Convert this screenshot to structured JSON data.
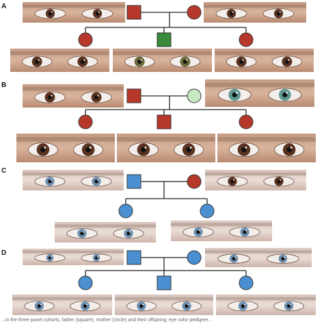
{
  "colors": {
    "brown_trait": "#b5382b",
    "green_trait": "#3a8a3a",
    "light_green_trait": "#c8e6c4",
    "blue_trait": "#4a8fd0",
    "line": "#222222"
  },
  "panels": [
    {
      "label": "A",
      "father_color": "brown_trait",
      "mother_color": "brown_trait",
      "father_eyes": "brown-eyes-photo",
      "mother_eyes": "brown-eyes-photo",
      "children": [
        {
          "shape": "circle",
          "color": "brown_trait",
          "eyes": "brown-eyes-photo"
        },
        {
          "shape": "square",
          "color": "green_trait",
          "eyes": "hazel-green-eyes-photo"
        },
        {
          "shape": "circle",
          "color": "brown_trait",
          "eyes": "brown-eyes-photo"
        }
      ]
    },
    {
      "label": "B",
      "father_color": "brown_trait",
      "mother_color": "light_green_trait",
      "father_eyes": "brown-eyes-photo",
      "mother_eyes": "green-eyes-photo",
      "children": [
        {
          "shape": "circle",
          "color": "brown_trait",
          "eyes": "brown-eyes-photo"
        },
        {
          "shape": "square",
          "color": "brown_trait",
          "eyes": "brown-eyes-photo"
        },
        {
          "shape": "circle",
          "color": "brown_trait",
          "eyes": "brown-eyes-photo"
        }
      ]
    },
    {
      "label": "C",
      "father_color": "blue_trait",
      "mother_color": "brown_trait",
      "father_eyes": "blue-eyes-photo",
      "mother_eyes": "brown-eyes-photo",
      "children": [
        {
          "shape": "circle",
          "color": "blue_trait",
          "eyes": "blue-eyes-photo"
        },
        {
          "shape": "circle",
          "color": "blue_trait",
          "eyes": "blue-eyes-photo"
        }
      ]
    },
    {
      "label": "D",
      "father_color": "blue_trait",
      "mother_color": "blue_trait",
      "father_eyes": "blue-eyes-photo",
      "mother_eyes": "blue-eyes-photo",
      "children": [
        {
          "shape": "circle",
          "color": "blue_trait",
          "eyes": "blue-eyes-photo"
        },
        {
          "shape": "square",
          "color": "blue_trait",
          "eyes": "blue-eyes-photo"
        },
        {
          "shape": "circle",
          "color": "blue_trait",
          "eyes": "blue-eyes-photo"
        }
      ]
    }
  ],
  "caption": "...in the three panel cohorts, father (square), mother (circle) and their offspring; eye color pedigree..."
}
